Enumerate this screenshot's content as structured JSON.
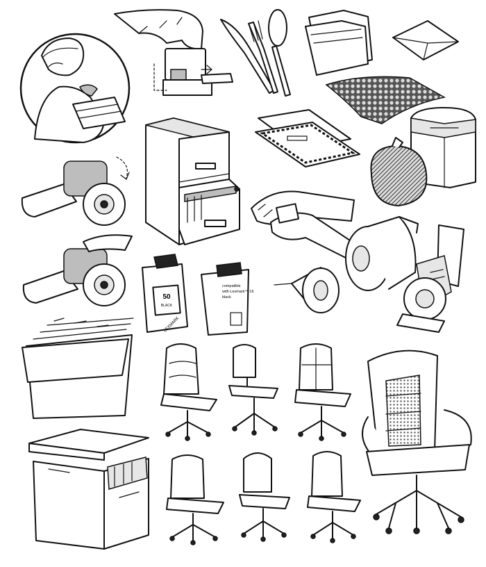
{
  "illustration": {
    "items": [
      {
        "name": "woman-packing-box"
      },
      {
        "name": "hand-using-stamp-dater"
      },
      {
        "name": "plastic-cutlery"
      },
      {
        "name": "file-folders"
      },
      {
        "name": "envelope"
      },
      {
        "name": "bubble-wrap"
      },
      {
        "name": "filing-cabinet"
      },
      {
        "name": "tyvek-envelope"
      },
      {
        "name": "paper-shredder"
      },
      {
        "name": "shredded-paper-bag"
      },
      {
        "name": "tape-dispenser-gun"
      },
      {
        "name": "hands-with-sticky-note"
      },
      {
        "name": "packing-tape-roll"
      },
      {
        "name": "industrial-tape-dispenser"
      },
      {
        "name": "ink-cartridges"
      },
      {
        "name": "masking-tape-roll"
      },
      {
        "name": "hanging-file-folders"
      },
      {
        "name": "file-storage-box"
      },
      {
        "name": "office-chairs"
      },
      {
        "name": "executive-leather-chair"
      }
    ]
  },
  "labels": {
    "cartridge_number": "50",
    "cartridge_color": "BLACK",
    "cartridge_brand": "LEXMARK",
    "cartridge2_line1": "compatible",
    "cartridge2_line2": "with Lexmark™ 16",
    "cartridge2_line3": "black"
  },
  "colors": {
    "line": "#111111",
    "background": "#ffffff",
    "fill_light": "#e6e6e6",
    "fill_mid": "#bdbdbd"
  }
}
